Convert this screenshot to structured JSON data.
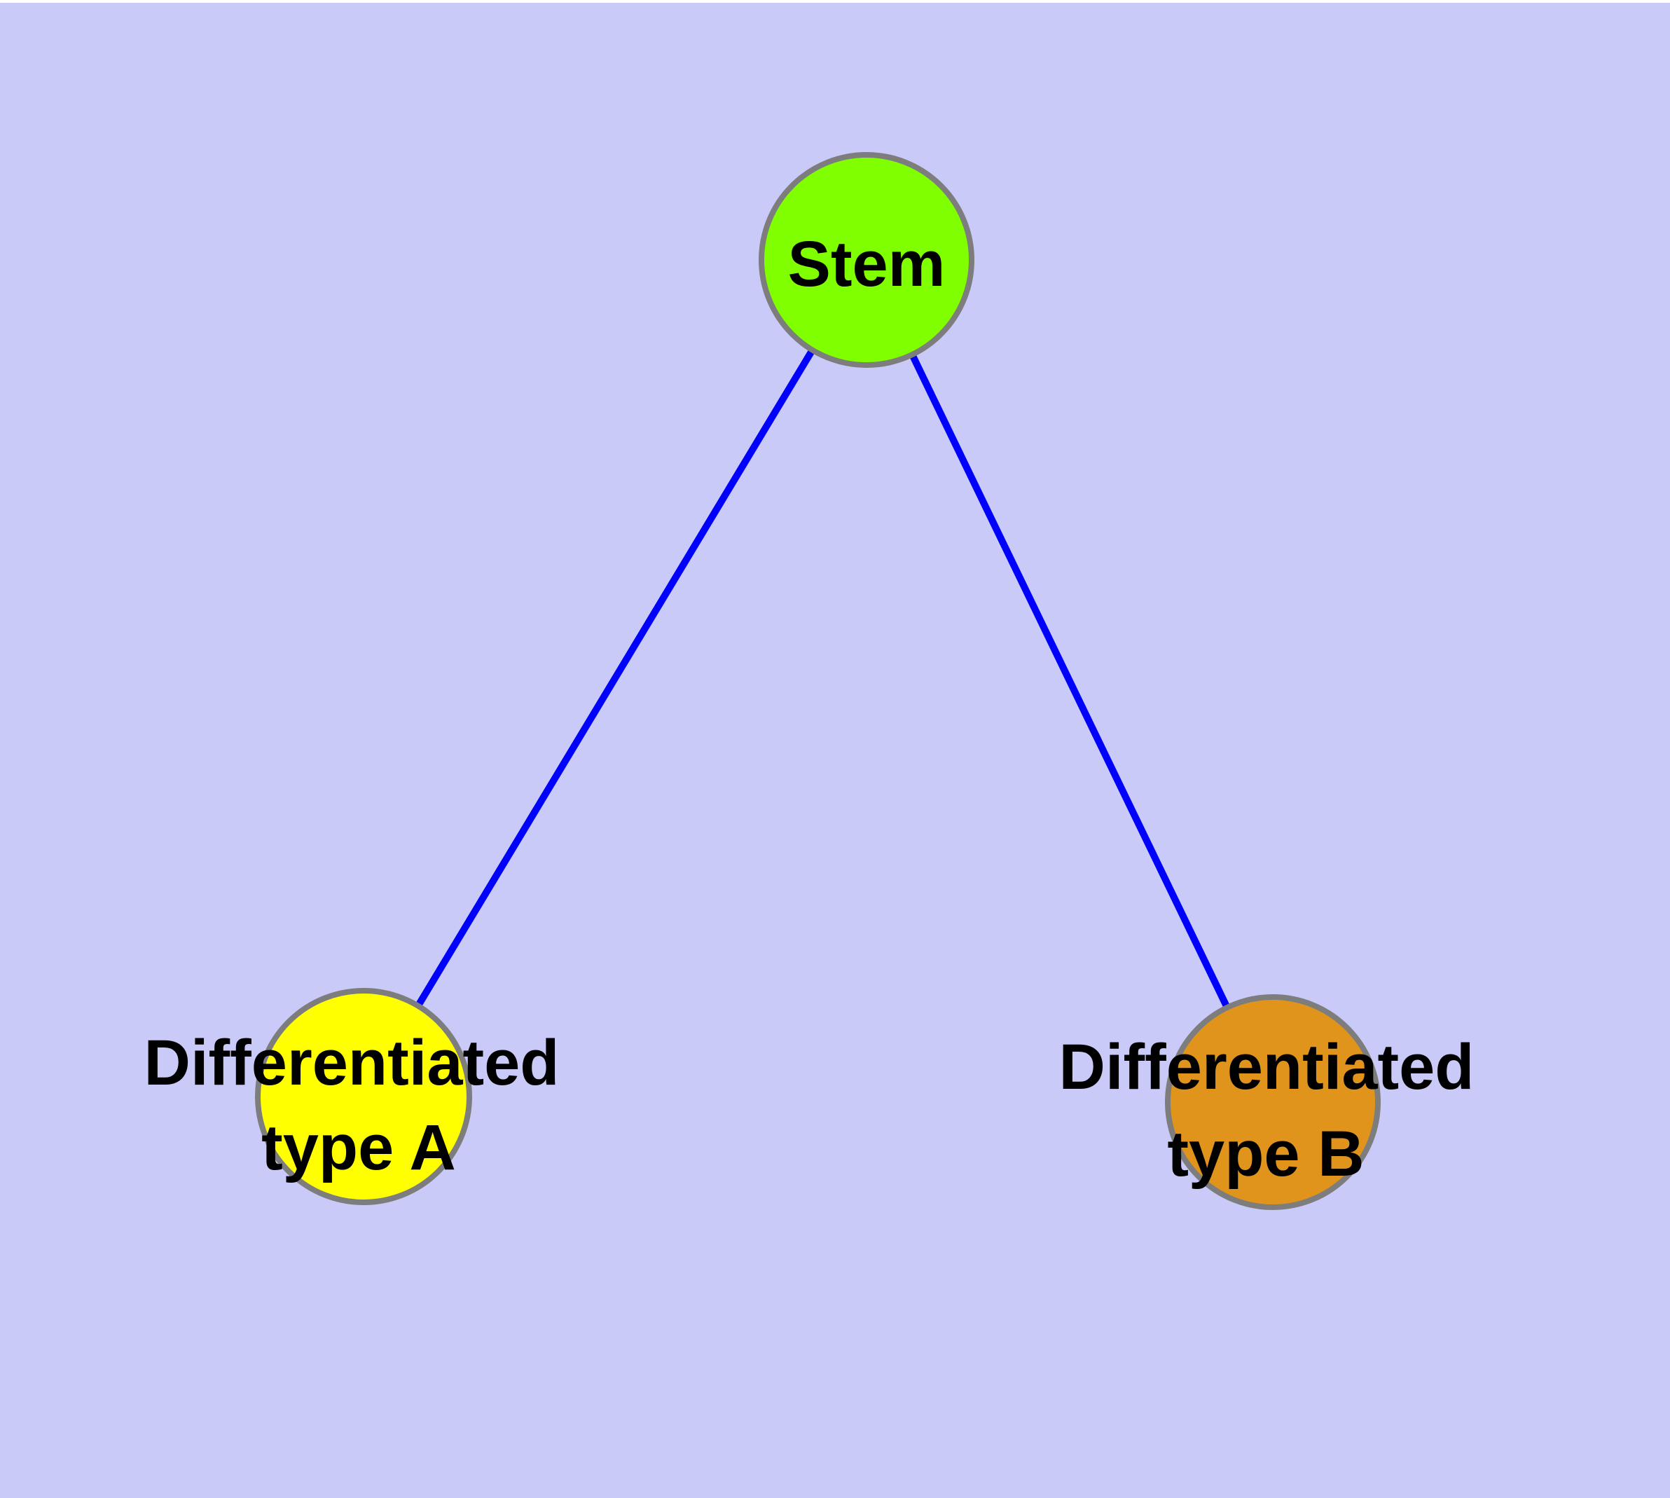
{
  "diagram": {
    "colors": {
      "background": "#CACAF8",
      "top_strip": "#FFFFFF",
      "edge": "#0000FF",
      "node_border": "#7D7D7D",
      "text": "#000000"
    },
    "nodes": {
      "stem": {
        "label": "Stem",
        "fill": "#7FFF00"
      },
      "type_a": {
        "label_lines": [
          "Differentiated",
          "type A"
        ],
        "fill": "#FFFF00"
      },
      "type_b": {
        "label_lines": [
          "Differentiated",
          "type B"
        ],
        "fill": "#E0941C"
      }
    },
    "edges": [
      {
        "from": "Stem",
        "to": "Differentiated type A"
      },
      {
        "from": "Stem",
        "to": "Differentiated type B"
      }
    ]
  }
}
